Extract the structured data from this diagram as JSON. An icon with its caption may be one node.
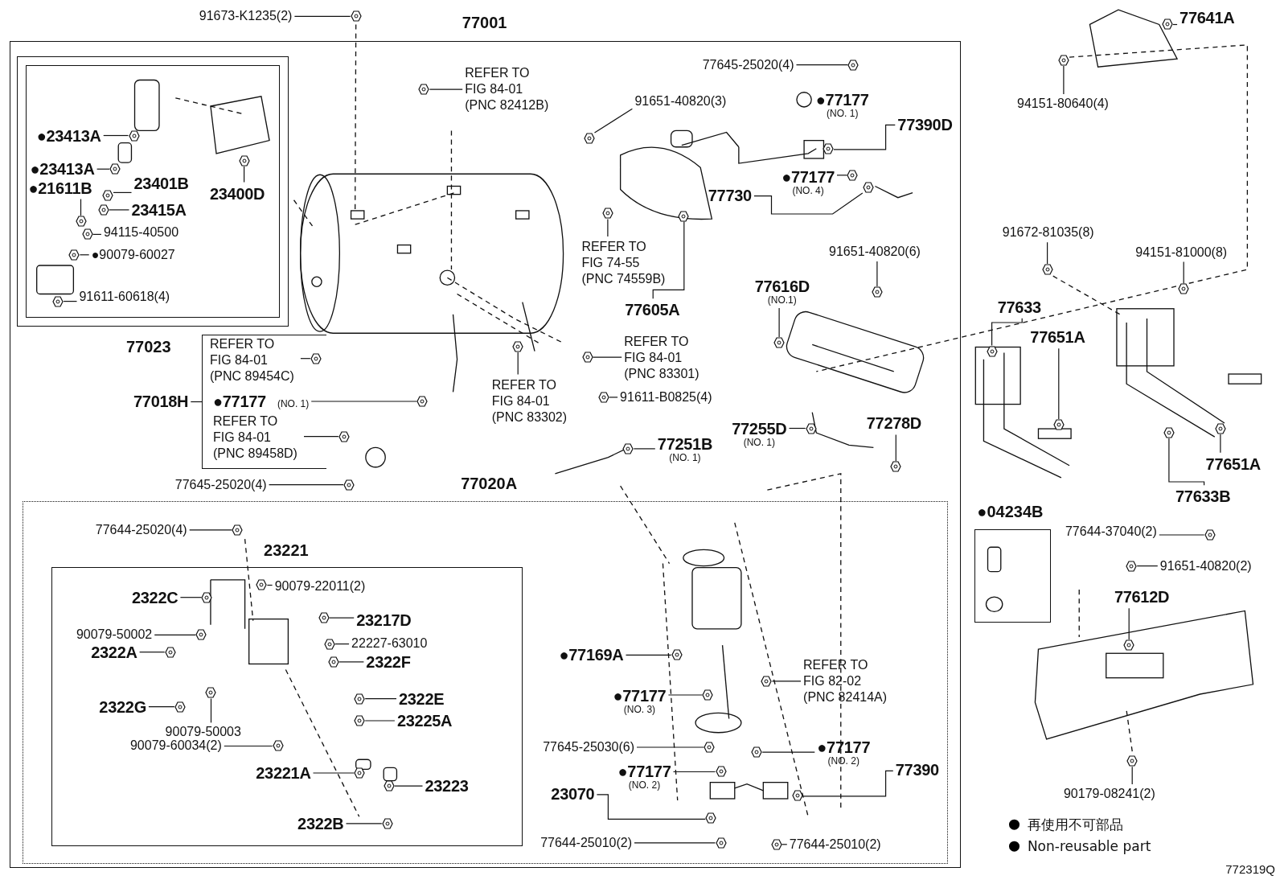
{
  "diagram": {
    "nodes": [
      {
        "text": [
          "77001"
        ]
      },
      {
        "text": [
          "77023"
        ],
        "in": 0
      },
      {
        "text": [
          "●23413A"
        ],
        "in": 1
      },
      {
        "text": [
          "●23413A"
        ],
        "in": 1
      },
      {
        "text": [
          "23401B"
        ],
        "in": 1
      },
      {
        "text": [
          "●21611B"
        ],
        "in": 1
      },
      {
        "text": [
          "23415A"
        ],
        "in": 1
      },
      {
        "text": [
          "94115-40500"
        ],
        "in": 1
      },
      {
        "text": [
          "●90079-60027"
        ],
        "in": 1
      },
      {
        "text": [
          "91611-60618(4)"
        ],
        "in": 1
      },
      {
        "text": [
          "23400D"
        ],
        "in": 1
      },
      {
        "text": [
          "91673-K1235(2)"
        ]
      },
      {
        "text": [
          "REFER TO FIG 84-01 (PNC 82412B)"
        ],
        "in": 0
      },
      {
        "text": [
          "77645-25020(4)"
        ],
        "in": 0
      },
      {
        "text": [
          "91651-40820(3)"
        ],
        "in": 0
      },
      {
        "text": [
          "●77177"
        ],
        "beside": [
          "(NO. 1)"
        ],
        "in": 0
      },
      {
        "text": [
          "77390D"
        ],
        "in": 0
      },
      {
        "text": [
          "●77177"
        ],
        "beside": [
          "(NO. 4)"
        ],
        "in": 0
      },
      {
        "text": [
          "77730"
        ],
        "in": 0
      },
      {
        "text": [
          "REFER TO FIG 74-55 (PNC 74559B)"
        ],
        "in": 0
      },
      {
        "text": [
          "77605A"
        ],
        "in": 0
      },
      {
        "text": [
          "91651-40820(6)"
        ],
        "in": 0
      },
      {
        "text": [
          "77616D"
        ],
        "beside": [
          "(NO.1)"
        ],
        "in": 0
      },
      {
        "text": [],
        "shape": "box",
        "in": 0
      },
      {
        "text": [
          "77018H"
        ],
        "in": 0
      },
      {
        "text": [
          "REFER TO FIG 84-01 (PNC 89454C)"
        ],
        "in": 23
      },
      {
        "text": [
          "●77177"
        ],
        "beside": [
          "(NO. 1)"
        ],
        "in": 23
      },
      {
        "text": [
          "REFER TO FIG 84-01 (PNC 89458D)"
        ],
        "in": 23
      },
      {
        "text": [
          "REFER TO FIG 84-01 (PNC 83301)"
        ],
        "in": 0
      },
      {
        "text": [
          "REFER TO FIG 84-01 (PNC 83302)"
        ],
        "in": 0
      },
      {
        "text": [
          "91611-B0825(4)"
        ],
        "in": 0
      },
      {
        "text": [
          "77251B"
        ],
        "beside": [
          "(NO. 1)"
        ],
        "in": 0
      },
      {
        "text": [
          "77255D"
        ],
        "beside": [
          "(NO. 1)"
        ],
        "in": 0
      },
      {
        "text": [
          "77278D"
        ],
        "in": 0
      },
      {
        "text": [
          "77645-25020(4)"
        ],
        "in": 0
      },
      {
        "text": [
          "77020A"
        ],
        "in": 0
      },
      {
        "text": [
          "77644-25020(4)"
        ],
        "in": 35
      },
      {
        "text": [
          "23221"
        ],
        "in": 35
      },
      {
        "text": [
          "2322C"
        ],
        "in": 37
      },
      {
        "text": [
          "90079-22011(2)"
        ],
        "in": 37
      },
      {
        "text": [
          "23217D"
        ],
        "in": 37
      },
      {
        "text": [
          "90079-50002"
        ],
        "in": 37
      },
      {
        "text": [
          "2322A"
        ],
        "in": 37
      },
      {
        "text": [
          "22227-63010"
        ],
        "in": 37
      },
      {
        "text": [
          "2322F"
        ],
        "in": 37
      },
      {
        "text": [
          "2322G"
        ],
        "in": 37
      },
      {
        "text": [
          "2322E"
        ],
        "in": 37
      },
      {
        "text": [
          "90079-50003"
        ],
        "in": 37
      },
      {
        "text": [
          "23225A"
        ],
        "in": 37
      },
      {
        "text": [
          "90079-60034(2)"
        ],
        "in": 37
      },
      {
        "text": [
          "23221A"
        ],
        "in": 37
      },
      {
        "text": [
          "23223"
        ],
        "in": 37
      },
      {
        "text": [
          "2322B"
        ],
        "in": 37
      },
      {
        "text": [
          "●77169A"
        ],
        "in": 35
      },
      {
        "text": [
          "●77177"
        ],
        "beside": [
          "(NO. 3)"
        ],
        "in": 35
      },
      {
        "text": [
          "REFER TO FIG 82-02 (PNC 82414A)"
        ],
        "in": 35
      },
      {
        "text": [
          "77645-25030(6)"
        ],
        "in": 35
      },
      {
        "text": [
          "●77177"
        ],
        "beside": [
          "(NO. 2)"
        ],
        "in": 35
      },
      {
        "text": [
          "77390"
        ],
        "in": 35
      },
      {
        "text": [
          "●77177"
        ],
        "beside": [
          "(NO. 2)"
        ],
        "in": 35
      },
      {
        "text": [
          "23070"
        ],
        "in": 35
      },
      {
        "text": [
          "77644-25010(2)"
        ],
        "in": 35
      },
      {
        "text": [
          "77644-25010(2)"
        ],
        "in": 35
      },
      {
        "text": [
          "77641A"
        ]
      },
      {
        "text": [
          "94151-80640(4)"
        ]
      },
      {
        "text": [
          "91672-81035(8)"
        ]
      },
      {
        "text": [
          "94151-81000(8)"
        ]
      },
      {
        "text": [
          "77633"
        ]
      },
      {
        "text": [
          "77651A"
        ]
      },
      {
        "text": [
          "77651A"
        ]
      },
      {
        "text": [
          "77633B"
        ]
      },
      {
        "text": [
          "●04234B"
        ]
      },
      {
        "text": [
          "77644-37040(2)"
        ]
      },
      {
        "text": [
          "91651-40820(2)"
        ]
      },
      {
        "text": [
          "77612D"
        ]
      },
      {
        "text": [
          "90179-08241(2)"
        ]
      },
      {
        "text": [],
        "shape": "picture",
        "in": 1
      },
      {
        "text": [],
        "shape": "picture",
        "in": 1
      },
      {
        "text": [],
        "shape": "picture",
        "in": 1
      },
      {
        "text": [],
        "shape": "picture",
        "in": 1
      },
      {
        "text": [],
        "shape": "picture",
        "in": 1
      },
      {
        "text": [],
        "shape": "picture",
        "in": 1
      },
      {
        "text": [],
        "shape": "picture",
        "in": 1
      },
      {
        "text": [],
        "shape": "picture",
        "in": 1
      },
      {
        "text": [],
        "shape": "picture",
        "in": 1
      },
      {
        "text": [],
        "shape": "picture"
      },
      {
        "text": [],
        "shape": "picture",
        "in": 0
      },
      {
        "text": [],
        "shape": "picture",
        "in": 0
      },
      {
        "text": [],
        "shape": "picture",
        "in": 0
      },
      {
        "text": [],
        "shape": "picture",
        "in": 0
      },
      {
        "text": [],
        "shape": "picture",
        "in": 0
      },
      {
        "text": [],
        "shape": "picture",
        "in": 0
      },
      {
        "text": [],
        "shape": "picture",
        "in": 0
      },
      {
        "text": [],
        "shape": "picture",
        "in": 0
      },
      {
        "text": [],
        "shape": "picture",
        "in": 0
      },
      {
        "text": [],
        "shape": "picture",
        "in": 0
      },
      {
        "text": [],
        "shape": "picture",
        "in": 23
      },
      {
        "text": [],
        "shape": "picture",
        "in": 0
      },
      {
        "text": [],
        "shape": "picture",
        "in": 0
      },
      {
        "text": [],
        "shape": "picture",
        "in": 0
      },
      {
        "text": [],
        "shape": "picture",
        "in": 0
      },
      {
        "text": [],
        "shape": "picture",
        "in": 0
      },
      {
        "text": [],
        "shape": "picture",
        "in": 0
      },
      {
        "text": [],
        "shape": "picture",
        "in": 0
      },
      {
        "text": [],
        "shape": "picture",
        "in": 0
      },
      {
        "text": [],
        "shape": "picture",
        "in": 0
      },
      {
        "text": [],
        "shape": "picture",
        "in": 35
      },
      {
        "text": [],
        "shape": "picture",
        "in": 37
      },
      {
        "text": [],
        "shape": "picture",
        "in": 37
      },
      {
        "text": [],
        "shape": "picture",
        "in": 37
      },
      {
        "text": [],
        "shape": "picture",
        "in": 37
      },
      {
        "text": [],
        "shape": "picture",
        "in": 37
      },
      {
        "text": [],
        "shape": "picture",
        "in": 37
      },
      {
        "text": [],
        "shape": "picture",
        "in": 37
      },
      {
        "text": [],
        "shape": "picture",
        "in": 37
      },
      {
        "text": [],
        "shape": "picture",
        "in": 37
      },
      {
        "text": [],
        "shape": "picture",
        "in": 37
      },
      {
        "text": [],
        "shape": "picture",
        "in": 37
      },
      {
        "text": [],
        "shape": "picture",
        "in": 37
      },
      {
        "text": [],
        "shape": "picture",
        "in": 37
      },
      {
        "text": [],
        "shape": "picture",
        "in": 37
      },
      {
        "text": [],
        "shape": "picture",
        "in": 37
      },
      {
        "text": [],
        "shape": "picture",
        "in": 35
      },
      {
        "text": [],
        "shape": "picture",
        "in": 35
      },
      {
        "text": [],
        "shape": "picture",
        "in": 35
      },
      {
        "text": [],
        "shape": "picture",
        "in": 35
      },
      {
        "text": [],
        "shape": "picture",
        "in": 35
      },
      {
        "text": [],
        "shape": "picture",
        "in": 35
      },
      {
        "text": [],
        "shape": "picture",
        "in": 35
      },
      {
        "text": [],
        "shape": "picture",
        "in": 35
      },
      {
        "text": [],
        "shape": "picture",
        "in": 35
      },
      {
        "text": [],
        "shape": "picture",
        "in": 35
      },
      {
        "text": [],
        "shape": "picture"
      },
      {
        "text": [],
        "shape": "picture"
      },
      {
        "text": [],
        "shape": "picture"
      },
      {
        "text": [],
        "shape": "picture"
      },
      {
        "text": [],
        "shape": "picture"
      },
      {
        "text": [],
        "shape": "picture"
      },
      {
        "text": [],
        "shape": "picture"
      },
      {
        "text": [],
        "shape": "picture"
      },
      {
        "text": [],
        "shape": "picture"
      },
      {
        "text": [],
        "shape": "picture"
      },
      {
        "text": [],
        "shape": "picture"
      },
      {
        "text": [],
        "shape": "picture"
      }
    ],
    "edges": [
      {
        "from": 2,
        "to": 76,
        "arrow": "none"
      },
      {
        "from": 3,
        "to": 77,
        "arrow": "none"
      },
      {
        "from": 4,
        "to": 78,
        "arrow": "none"
      },
      {
        "from": 5,
        "to": 79,
        "arrow": "none"
      },
      {
        "from": 6,
        "to": 80,
        "arrow": "none"
      },
      {
        "from": 7,
        "to": 81,
        "arrow": "none"
      },
      {
        "from": 8,
        "to": 82,
        "arrow": "none"
      },
      {
        "from": 9,
        "to": 83,
        "arrow": "none"
      },
      {
        "from": 10,
        "to": 84,
        "arrow": "none"
      },
      {
        "from": 11,
        "to": 85,
        "arrow": "none"
      },
      {
        "from": 12,
        "to": 86,
        "arrow": "none"
      },
      {
        "from": 13,
        "to": 87,
        "arrow": "none"
      },
      {
        "from": 14,
        "to": 88,
        "arrow": "none"
      },
      {
        "from": 16,
        "to": 89,
        "arrow": "none"
      },
      {
        "from": 17,
        "to": 90,
        "arrow": "none"
      },
      {
        "from": 18,
        "to": 91,
        "arrow": "none"
      },
      {
        "from": 19,
        "to": 92,
        "arrow": "none"
      },
      {
        "from": 20,
        "to": 93,
        "arrow": "none"
      },
      {
        "from": 21,
        "to": 94,
        "arrow": "none"
      },
      {
        "from": 22,
        "to": 95,
        "arrow": "none"
      },
      {
        "from": 24,
        "to": 23,
        "arrow": "none"
      },
      {
        "from": 25,
        "to": 96,
        "arrow": "none"
      },
      {
        "from": 26,
        "to": 97,
        "arrow": "none"
      },
      {
        "from": 27,
        "to": 98,
        "arrow": "none"
      },
      {
        "from": 28,
        "to": 99,
        "arrow": "none"
      },
      {
        "from": 29,
        "to": 100,
        "arrow": "none"
      },
      {
        "from": 30,
        "to": 101,
        "arrow": "none"
      },
      {
        "from": 31,
        "to": 102,
        "arrow": "none"
      },
      {
        "from": 32,
        "to": 103,
        "arrow": "none"
      },
      {
        "from": 33,
        "to": 104,
        "arrow": "none"
      },
      {
        "from": 34,
        "to": 105,
        "arrow": "none"
      },
      {
        "from": 36,
        "to": 106,
        "arrow": "none"
      },
      {
        "from": 38,
        "to": 107,
        "arrow": "none"
      },
      {
        "from": 39,
        "to": 108,
        "arrow": "none"
      },
      {
        "from": 40,
        "to": 109,
        "arrow": "none"
      },
      {
        "from": 41,
        "to": 110,
        "arrow": "none"
      },
      {
        "from": 42,
        "to": 111,
        "arrow": "none"
      },
      {
        "from": 43,
        "to": 112,
        "arrow": "none"
      },
      {
        "from": 44,
        "to": 113,
        "arrow": "none"
      },
      {
        "from": 45,
        "to": 114,
        "arrow": "none"
      },
      {
        "from": 46,
        "to": 115,
        "arrow": "none"
      },
      {
        "from": 47,
        "to": 116,
        "arrow": "none"
      },
      {
        "from": 48,
        "to": 117,
        "arrow": "none"
      },
      {
        "from": 49,
        "to": 118,
        "arrow": "none"
      },
      {
        "from": 50,
        "to": 119,
        "arrow": "none"
      },
      {
        "from": 51,
        "to": 120,
        "arrow": "none"
      },
      {
        "from": 52,
        "to": 121,
        "arrow": "none"
      },
      {
        "from": 53,
        "to": 122,
        "arrow": "none"
      },
      {
        "from": 54,
        "to": 123,
        "arrow": "none"
      },
      {
        "from": 55,
        "to": 124,
        "arrow": "none"
      },
      {
        "from": 56,
        "to": 125,
        "arrow": "none"
      },
      {
        "from": 57,
        "to": 126,
        "arrow": "none"
      },
      {
        "from": 58,
        "to": 127,
        "arrow": "none"
      },
      {
        "from": 59,
        "to": 128,
        "arrow": "none"
      },
      {
        "from": 60,
        "to": 129,
        "arrow": "none"
      },
      {
        "from": 61,
        "to": 130,
        "arrow": "none"
      },
      {
        "from": 62,
        "to": 131,
        "arrow": "none"
      },
      {
        "from": 63,
        "to": 132,
        "arrow": "none"
      },
      {
        "from": 64,
        "to": 133,
        "arrow": "none"
      },
      {
        "from": 65,
        "to": 134,
        "arrow": "none"
      },
      {
        "from": 66,
        "to": 135,
        "arrow": "none"
      },
      {
        "from": 67,
        "to": 136,
        "arrow": "none"
      },
      {
        "from": 68,
        "to": 137,
        "arrow": "none"
      },
      {
        "from": 69,
        "to": 138,
        "arrow": "none"
      },
      {
        "from": 70,
        "to": 139,
        "arrow": "none"
      },
      {
        "from": 72,
        "to": 140,
        "arrow": "none"
      },
      {
        "from": 73,
        "to": 141,
        "arrow": "none"
      },
      {
        "from": 74,
        "to": 142,
        "arrow": "none"
      },
      {
        "from": 75,
        "to": 143,
        "arrow": "none"
      }
    ],
    "labels": [
      "772319Q"
    ],
    "legend": [
      {
        "text": "再使用不可部品",
        "color": "#000000"
      },
      {
        "text": "Non-reusable part",
        "color": "#000000"
      }
    ]
  }
}
